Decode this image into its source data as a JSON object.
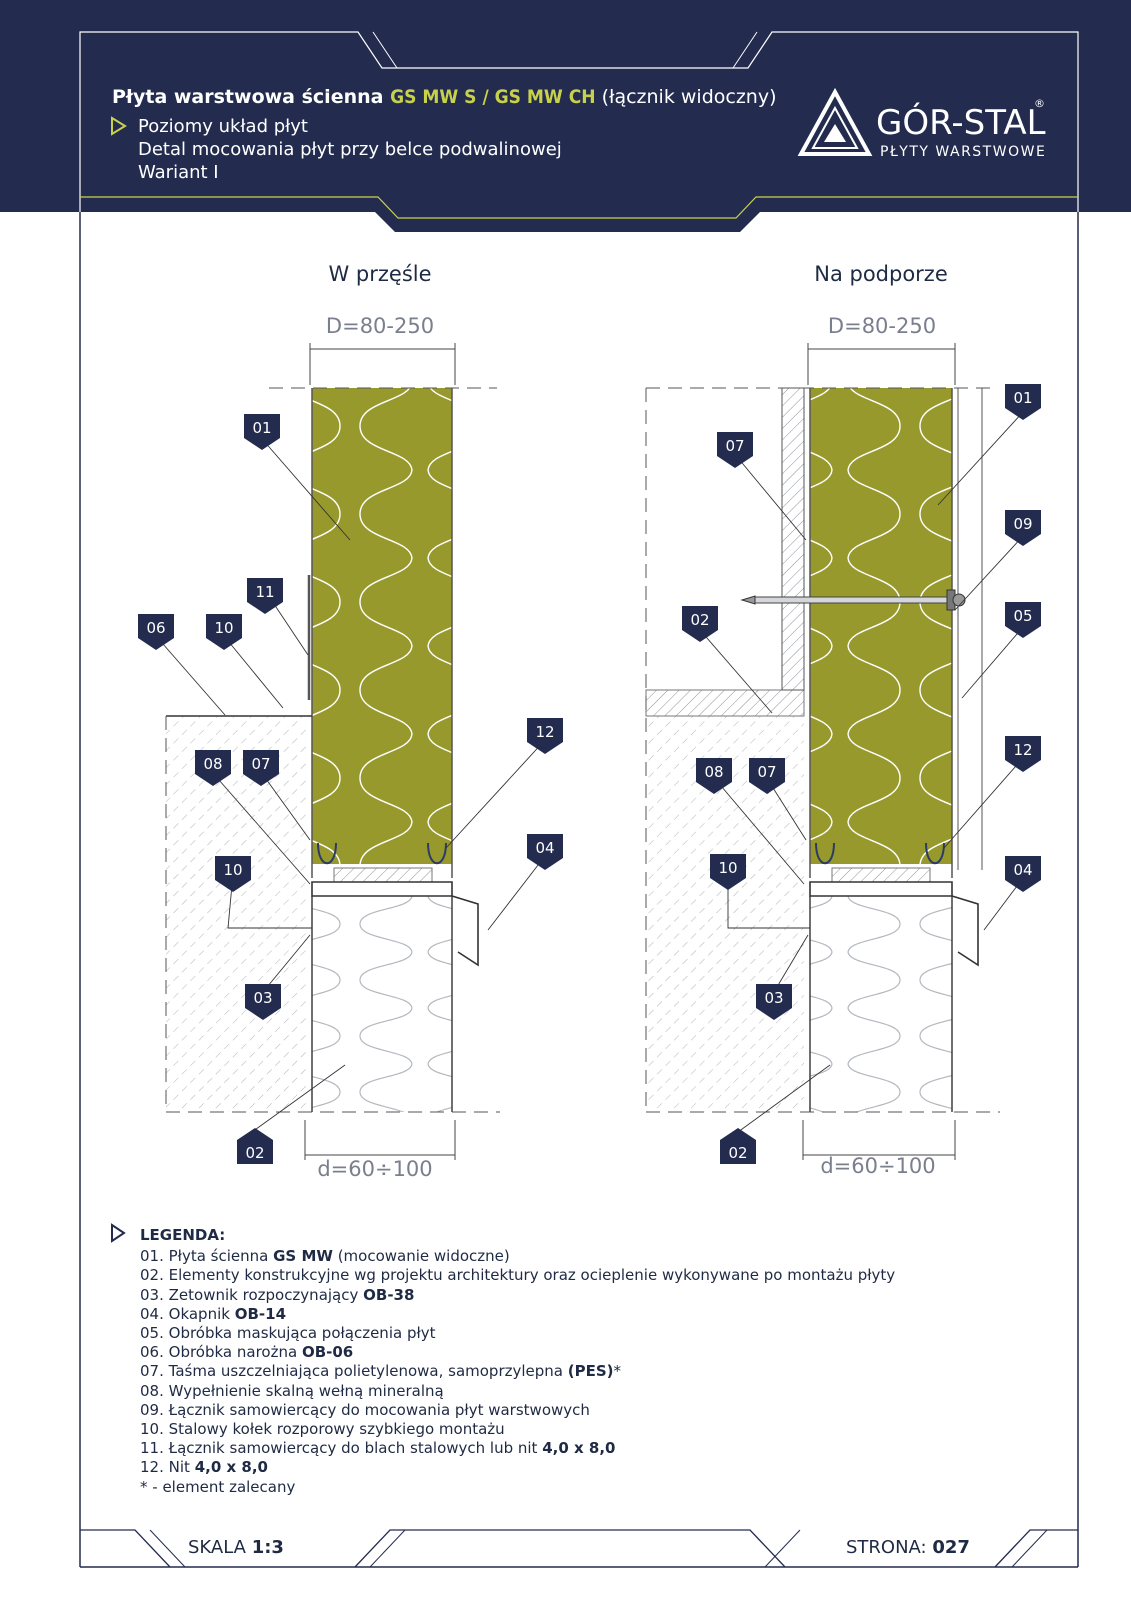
{
  "header": {
    "title_prefix": "Płyta warstwowa ścienna ",
    "title_code": "GS MW S / GS MW CH",
    "title_suffix": " (łącznik widoczny)",
    "subtitle_1": "Poziomy układ płyt",
    "subtitle_2": "Detal mocowania płyt przy belce podwalinowej",
    "subtitle_3": "Wariant I"
  },
  "brand": {
    "name": "GÓR-STAL",
    "tagline": "PŁYTY WARSTWOWE",
    "registered": "®"
  },
  "views": {
    "left": {
      "title": "W przęśle",
      "dim_top": "D=80-250",
      "dim_bottom": "d=60÷100",
      "tags": [
        "01",
        "11",
        "06",
        "10",
        "08",
        "07",
        "10",
        "03",
        "02",
        "12",
        "04"
      ]
    },
    "right": {
      "title": "Na podporze",
      "dim_top": "D=80-250",
      "dim_bottom": "d=60÷100",
      "tags": [
        "01",
        "07",
        "09",
        "02",
        "05",
        "08",
        "07",
        "10",
        "03",
        "02",
        "12",
        "04"
      ]
    }
  },
  "legend": {
    "title": "LEGENDA:",
    "items": [
      {
        "num": "01.",
        "text": "Płyta ścienna ",
        "bold": "GS MW",
        "after": " (mocowanie widoczne)"
      },
      {
        "num": "02.",
        "text": "Elementy konstrukcyjne wg projektu architektury oraz ocieplenie wykonywane po montażu płyty",
        "bold": "",
        "after": ""
      },
      {
        "num": "03.",
        "text": "Zetownik rozpoczynający ",
        "bold": "OB-38",
        "after": ""
      },
      {
        "num": "04.",
        "text": "Okapnik ",
        "bold": "OB-14",
        "after": ""
      },
      {
        "num": "05.",
        "text": "Obróbka maskująca połączenia płyt",
        "bold": "",
        "after": ""
      },
      {
        "num": "06.",
        "text": "Obróbka narożna ",
        "bold": "OB-06",
        "after": ""
      },
      {
        "num": "07.",
        "text": "Taśma uszczelniająca polietylenowa, samoprzylepna ",
        "bold": "(PES)",
        "after": "*"
      },
      {
        "num": "08.",
        "text": "Wypełnienie skalną wełną mineralną",
        "bold": "",
        "after": ""
      },
      {
        "num": "09.",
        "text": "Łącznik samowiercący do mocowania płyt warstwowych",
        "bold": "",
        "after": ""
      },
      {
        "num": "10.",
        "text": "Stalowy kołek rozporowy szybkiego montażu",
        "bold": "",
        "after": ""
      },
      {
        "num": "11.",
        "text": "Łącznik samowiercący do blach stalowych lub nit ",
        "bold": "4,0 x 8,0",
        "after": ""
      },
      {
        "num": "12.",
        "text": "Nit ",
        "bold": "4,0 x 8,0",
        "after": ""
      }
    ],
    "note": "* -  element zalecany"
  },
  "footer": {
    "scale_label": "SKALA ",
    "scale_value": "1:3",
    "page_label": "STRONA: ",
    "page_value": "027"
  },
  "colors": {
    "navy": "#232c4e",
    "accent": "#c8d14a",
    "insulation": "#97992d",
    "hatch": "#9aa0a8"
  }
}
